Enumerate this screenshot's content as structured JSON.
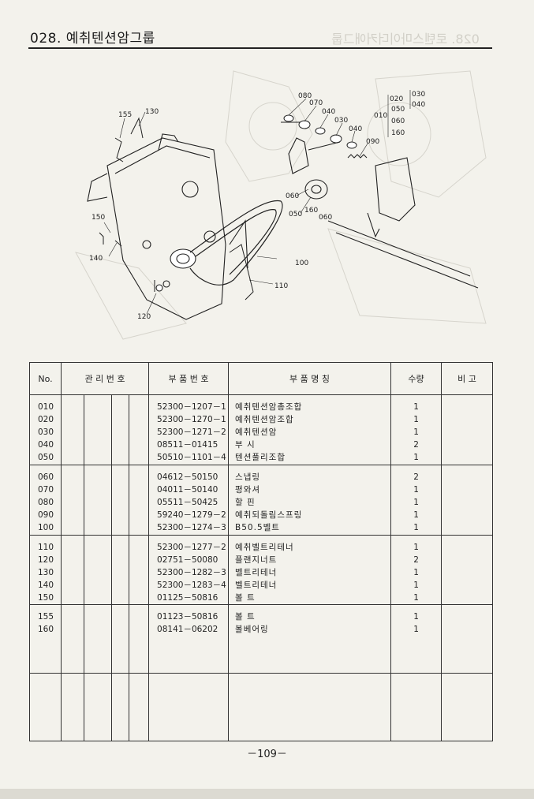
{
  "header": {
    "title": "028. 예취텐션암그룹"
  },
  "diagram": {
    "callouts": [
      "155",
      "130",
      "150",
      "140",
      "120",
      "080",
      "070",
      "040",
      "030",
      "040",
      "090",
      "060",
      "050",
      "160",
      "060",
      "100",
      "110",
      "010",
      "020",
      "050",
      "060",
      "160",
      "030",
      "040"
    ]
  },
  "table": {
    "headers": {
      "no": "No.",
      "mgmt": "관 리 번 호",
      "part_no": "부 품 번 호",
      "part_name": "부 품 명 칭",
      "qty": "수량",
      "remark": "비 고"
    },
    "groups": [
      {
        "rows": [
          {
            "no": "010",
            "part_no": "52300－1207－1",
            "name": "예취텐션암총조합",
            "qty": "1"
          },
          {
            "no": "020",
            "part_no": "52300－1270－1",
            "name": "예취텐션암조합",
            "qty": "1"
          },
          {
            "no": "030",
            "part_no": "52300－1271－2",
            "name": "예취텐션암",
            "qty": "1"
          },
          {
            "no": "040",
            "part_no": "08511－01415",
            "name": "부 시",
            "qty": "2"
          },
          {
            "no": "050",
            "part_no": "50510－1101－4",
            "name": "텐션풀리조합",
            "qty": "1"
          }
        ]
      },
      {
        "rows": [
          {
            "no": "060",
            "part_no": "04612－50150",
            "name": "스냅링",
            "qty": "2"
          },
          {
            "no": "070",
            "part_no": "04011－50140",
            "name": "평와셔",
            "qty": "1"
          },
          {
            "no": "080",
            "part_no": "05511－50425",
            "name": "할 핀",
            "qty": "1"
          },
          {
            "no": "090",
            "part_no": "59240－1279－2",
            "name": "예취되돌림스프링",
            "qty": "1"
          },
          {
            "no": "100",
            "part_no": "52300－1274－3",
            "name": "B50.5벨트",
            "qty": "1"
          }
        ]
      },
      {
        "rows": [
          {
            "no": "110",
            "part_no": "52300－1277－2",
            "name": "예취벨트리테너",
            "qty": "1"
          },
          {
            "no": "120",
            "part_no": "02751－50080",
            "name": "플랜지너트",
            "qty": "2"
          },
          {
            "no": "130",
            "part_no": "52300－1282－3",
            "name": "벨트리테너",
            "qty": "1"
          },
          {
            "no": "140",
            "part_no": "52300－1283－4",
            "name": "벨트리테너",
            "qty": "1"
          },
          {
            "no": "150",
            "part_no": "01125－50816",
            "name": "볼 트",
            "qty": "1"
          }
        ]
      },
      {
        "rows": [
          {
            "no": "155",
            "part_no": "01123－50816",
            "name": "볼 트",
            "qty": "1"
          },
          {
            "no": "160",
            "part_no": "08141－06202",
            "name": "볼베어링",
            "qty": "1"
          }
        ]
      },
      {
        "rows": []
      }
    ]
  },
  "footer": {
    "page_number": "－109－"
  }
}
